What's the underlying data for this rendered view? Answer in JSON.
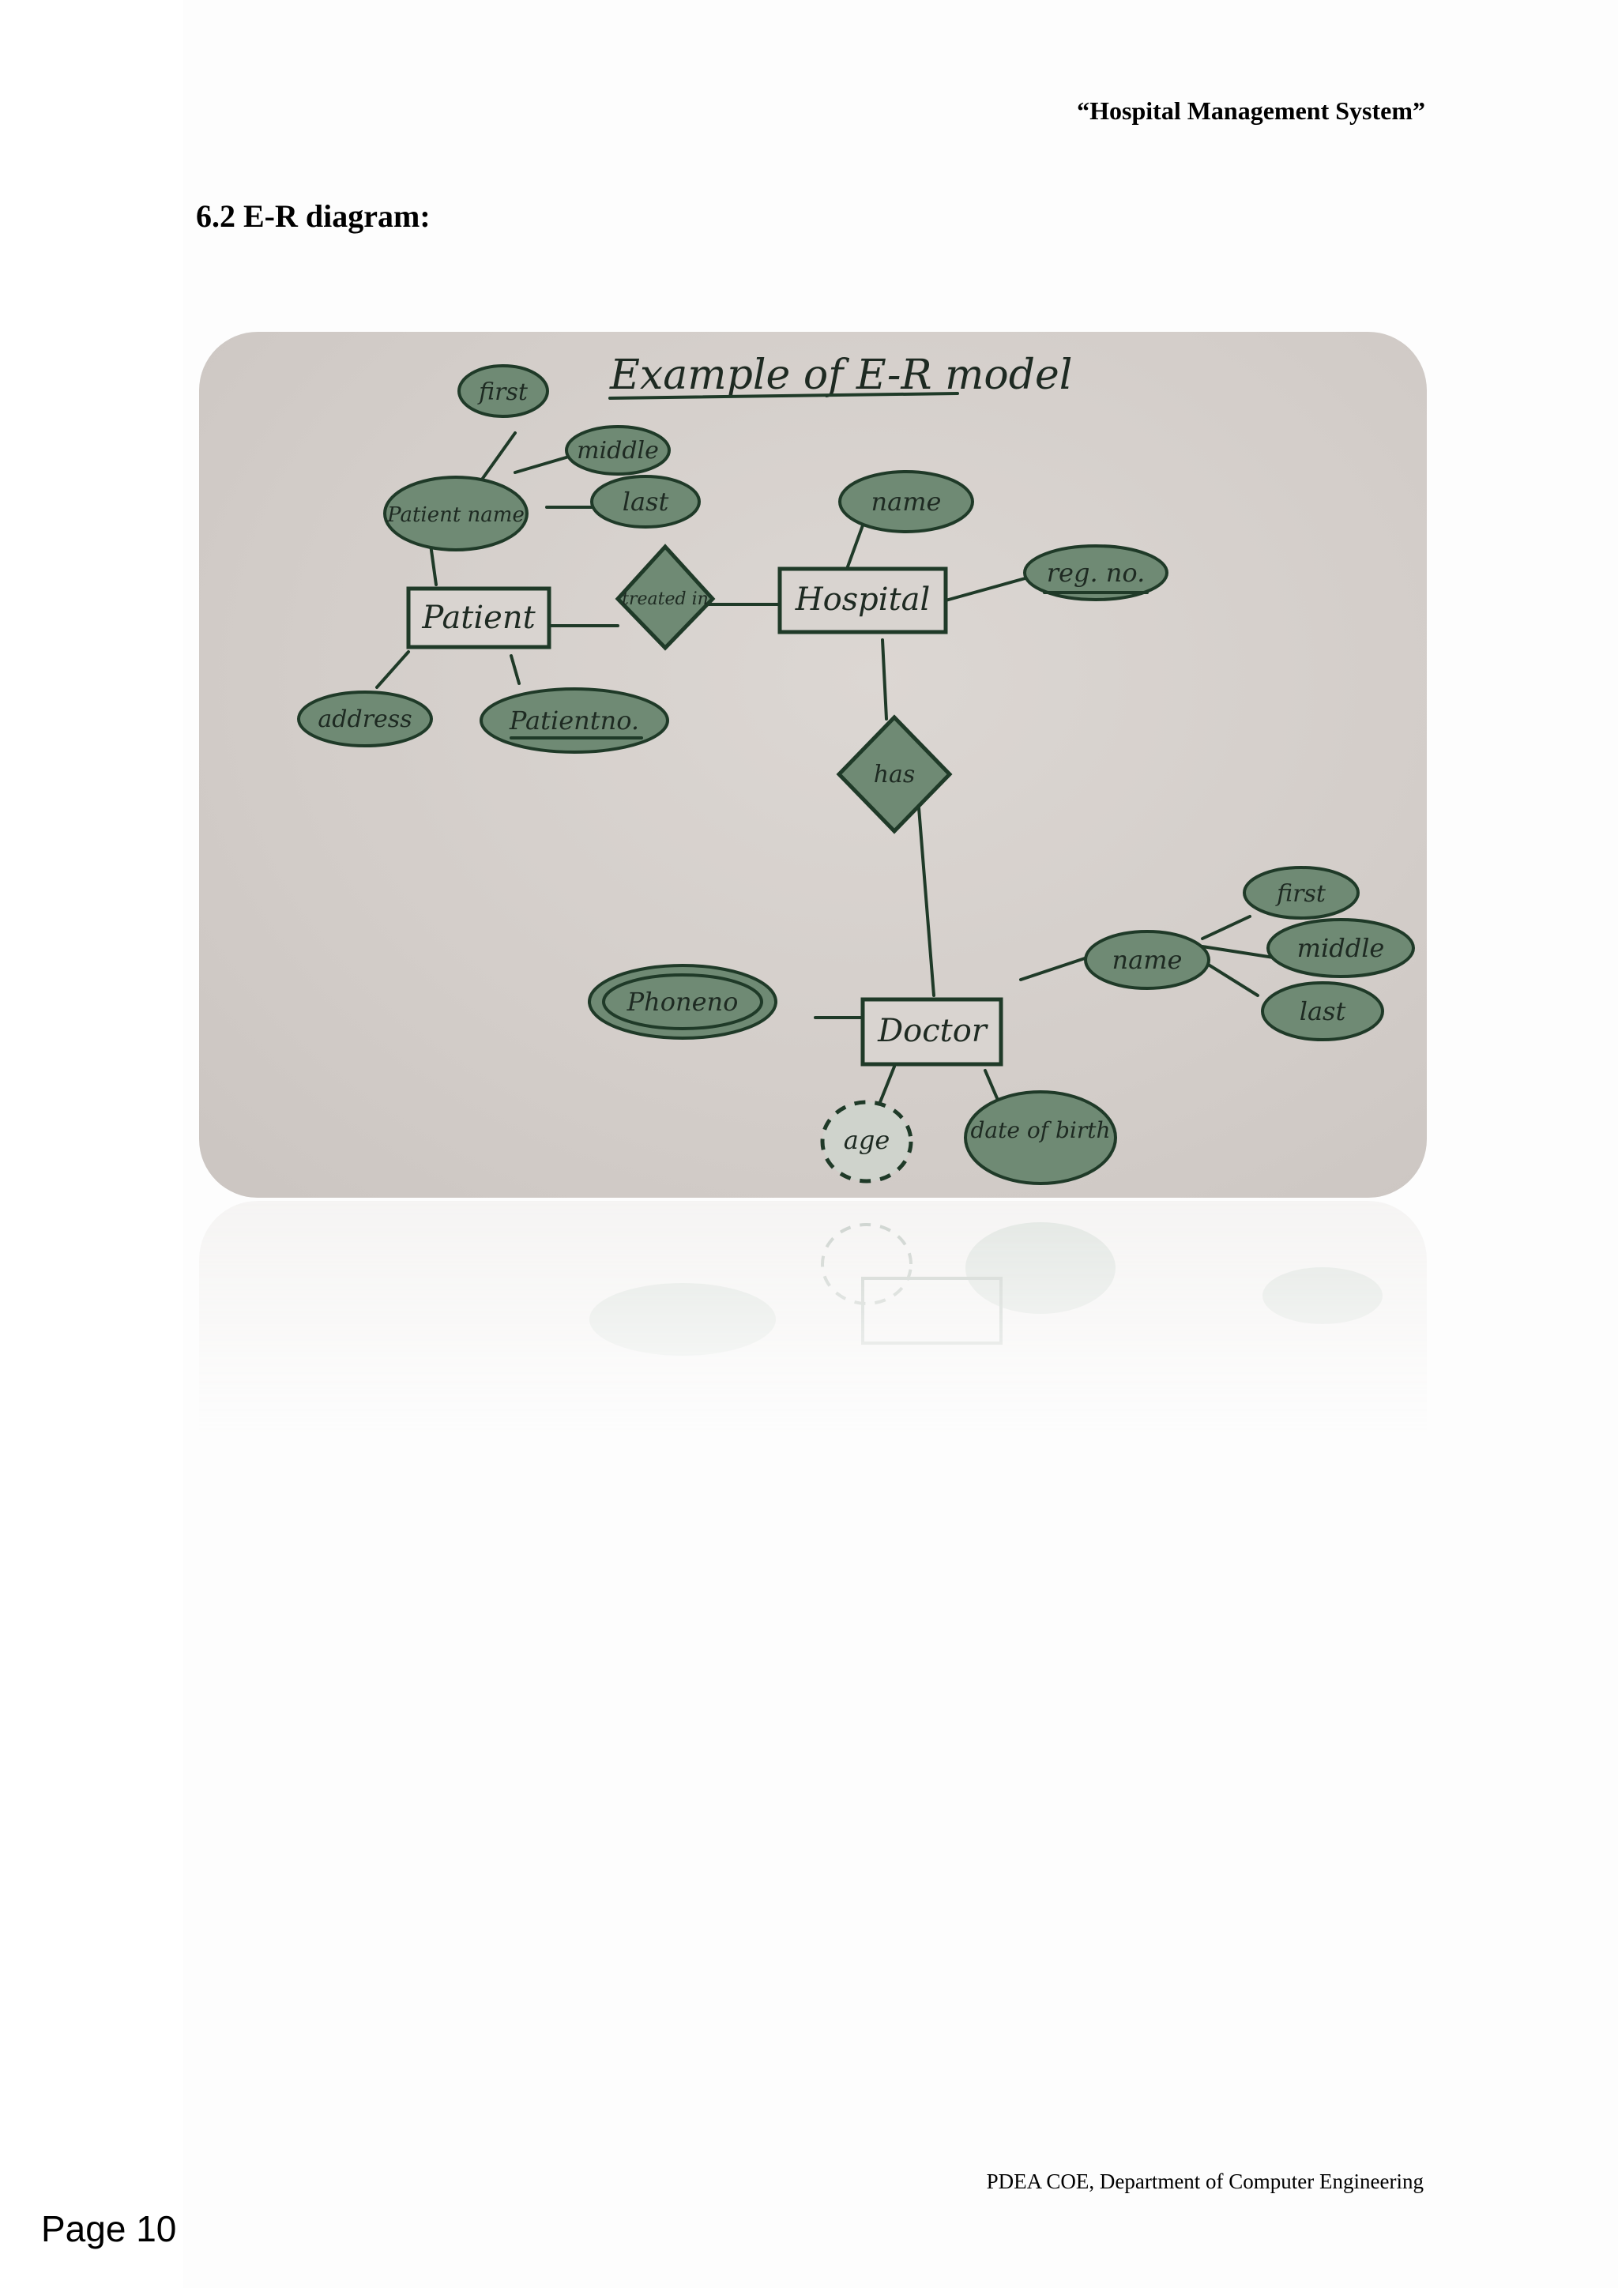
{
  "header": {
    "title": "“Hospital Management System”"
  },
  "section": {
    "heading": "6.2 E-R diagram:"
  },
  "figure": {
    "kind": "photo of handwritten E-R diagram",
    "title": "Example of E-R model",
    "entities": [
      "Patient",
      "Hospital",
      "Doctor"
    ],
    "relationships": [
      "treated in",
      "has"
    ],
    "attributes": {
      "patient": [
        "Patient name",
        "first",
        "middle",
        "last",
        "address",
        "Patientno."
      ],
      "hospital": [
        "name",
        "reg. no."
      ],
      "doctor": [
        "Phoneno",
        "name",
        "first",
        "middle",
        "last",
        "age",
        "date of birth"
      ]
    },
    "colors": {
      "background": "#d6d1cd",
      "ink": "#1f3a28",
      "highlight": "#6f8a74"
    }
  },
  "footer": {
    "org": "PDEA COE, Department of Computer Engineering"
  },
  "page": {
    "number": "Page 10"
  }
}
